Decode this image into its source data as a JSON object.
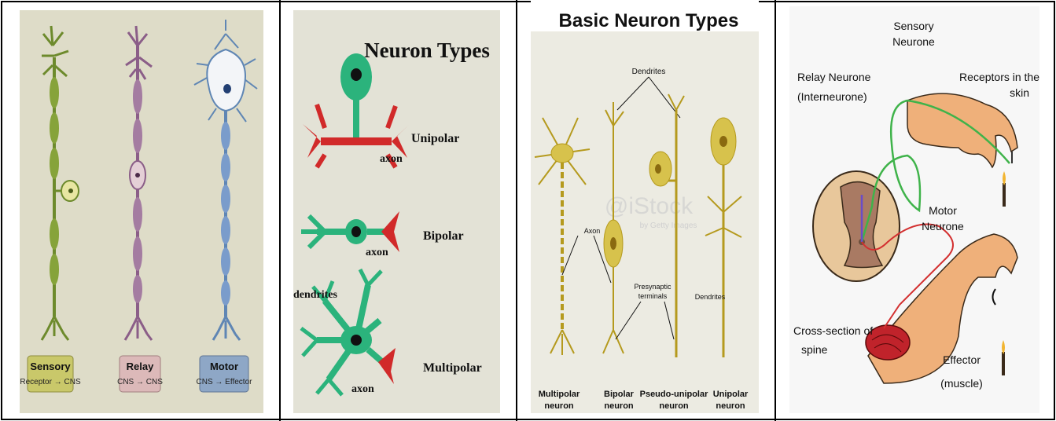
{
  "panel1": {
    "sensory": {
      "title": "Sensory",
      "subtitle": "Receptor → CNS"
    },
    "relay": {
      "title": "Relay",
      "subtitle": "CNS → CNS"
    },
    "motor": {
      "title": "Motor",
      "subtitle": "CNS → Effector"
    },
    "colors": {
      "sensory": "#6d8a2c",
      "relay": "#8b5e88",
      "motor": "#5f86b4",
      "sensory_box": "#c9c86a",
      "relay_box": "#dcb9b9",
      "motor_box": "#8ea7c6"
    }
  },
  "panel2": {
    "title": "Neuron Types",
    "unipolar": "Unipolar",
    "bipolar": "Bipolar",
    "multipolar": "Multipolar",
    "axon1": "axon",
    "axon2": "axon",
    "axon3": "axon",
    "dendrites": "dendrites"
  },
  "panel3": {
    "title": "Basic Neuron Types",
    "dendrites_top": "Dendrites",
    "axon": "Axon",
    "presynaptic": [
      "Presynaptic",
      "terminals"
    ],
    "dendrites_right": "Dendrites",
    "types": [
      [
        "Multipolar",
        "neuron"
      ],
      [
        "Bipolar",
        "neuron"
      ],
      [
        "Pseudo-unipolar",
        "neuron"
      ],
      [
        "Unipolar",
        "neuron"
      ]
    ],
    "watermark": [
      "@iStock",
      "by Getty Images"
    ]
  },
  "panel4": {
    "sensory": [
      "Sensory",
      "Neurone"
    ],
    "relay": [
      "Relay Neurone",
      "(Interneurone)"
    ],
    "receptors": [
      "Receptors in the",
      "skin"
    ],
    "motor": [
      "Motor",
      "Neurone"
    ],
    "spine": [
      "Cross-section of",
      "spine"
    ],
    "effector": [
      "Effector",
      "(muscle)"
    ]
  }
}
